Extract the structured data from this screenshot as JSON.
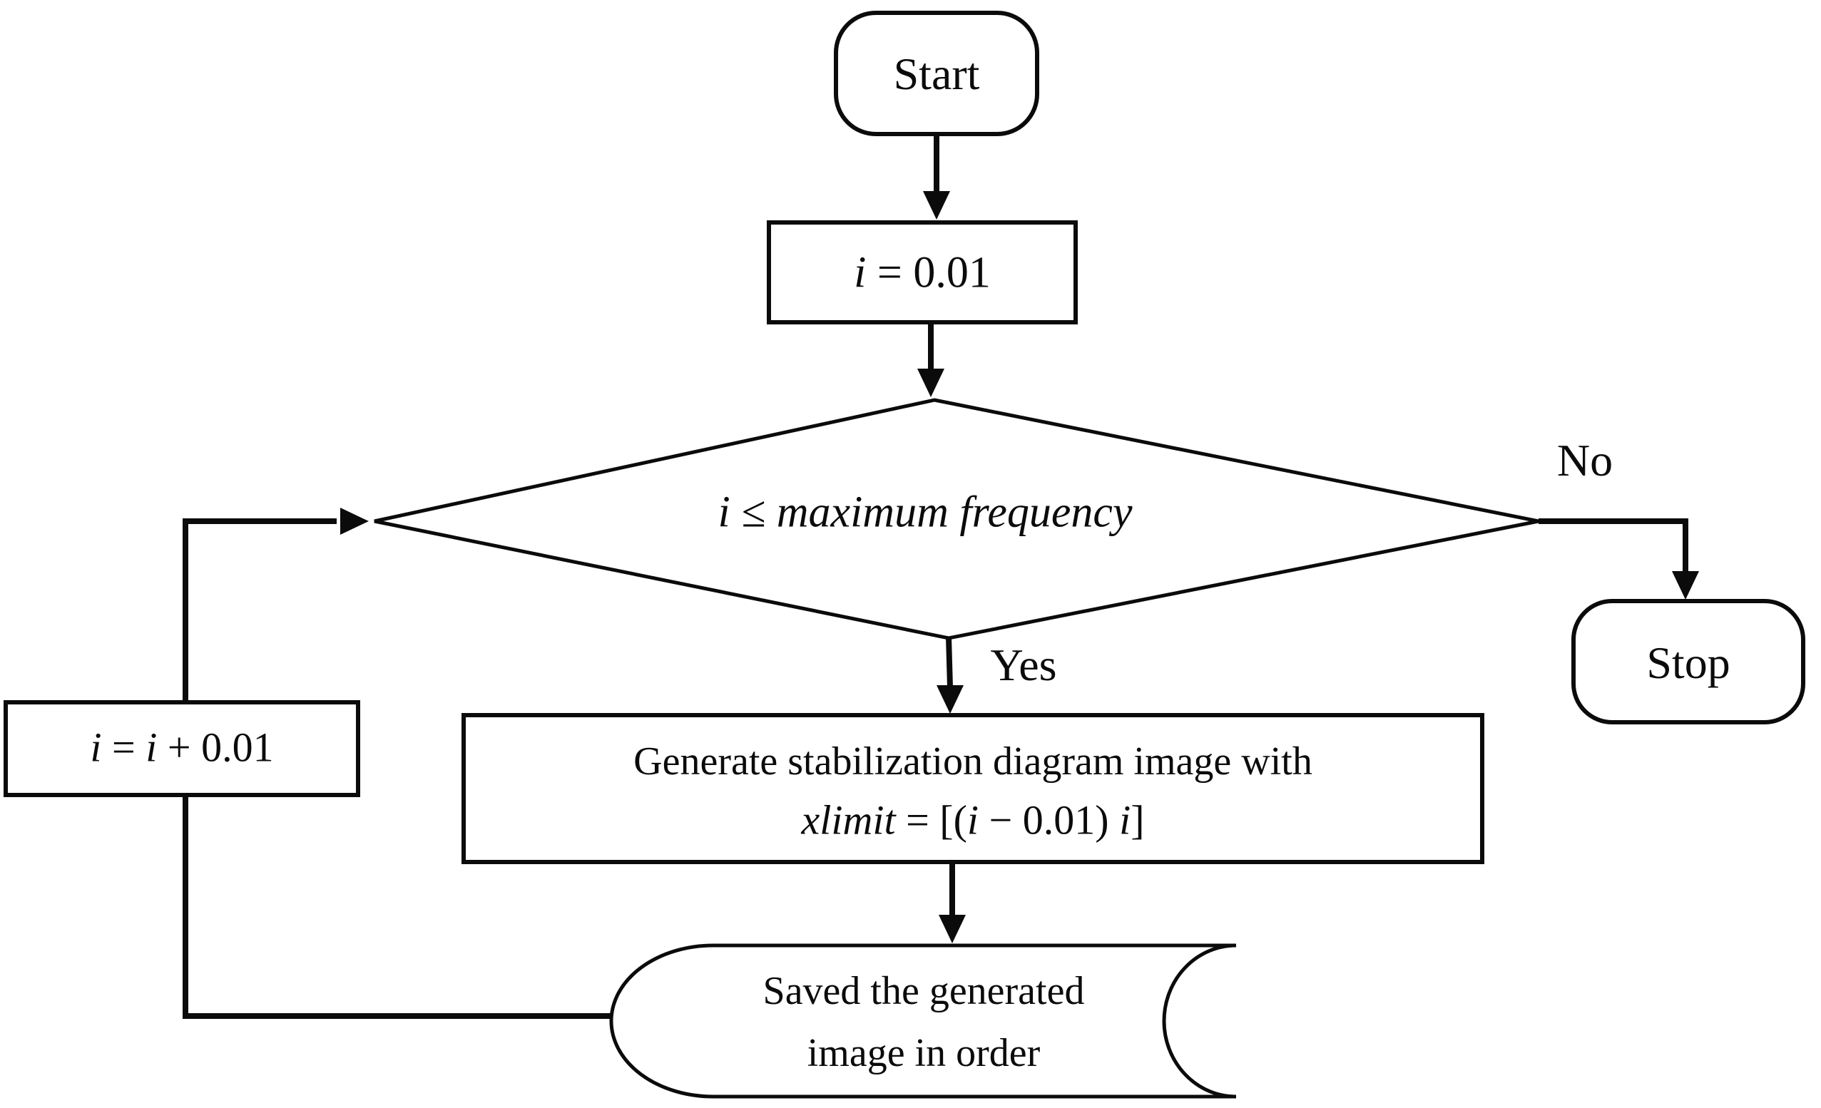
{
  "colors": {
    "ink": "#0b0b0b",
    "background": "#ffffff"
  },
  "flowchart": {
    "start": {
      "label": "Start"
    },
    "init": {
      "var1": "i",
      "rest": " = 0.01"
    },
    "decision": {
      "condition": "i ≤ maximum frequency"
    },
    "branches": {
      "yes": "Yes",
      "no": "No"
    },
    "stop": {
      "label": "Stop"
    },
    "generate": {
      "line1": "Generate stabilization diagram image with",
      "l2_xlimit": "xlimit",
      "l2_eq": " = [(",
      "l2_i1": "i",
      "l2_mid": " − 0.01)  ",
      "l2_i2": "i",
      "l2_close": "]"
    },
    "saved": {
      "line1": "Saved the generated",
      "line2": "image in order"
    },
    "increment": {
      "i1": "i",
      "eq": " = ",
      "i2": "i",
      "plus": " + 0.01"
    }
  }
}
